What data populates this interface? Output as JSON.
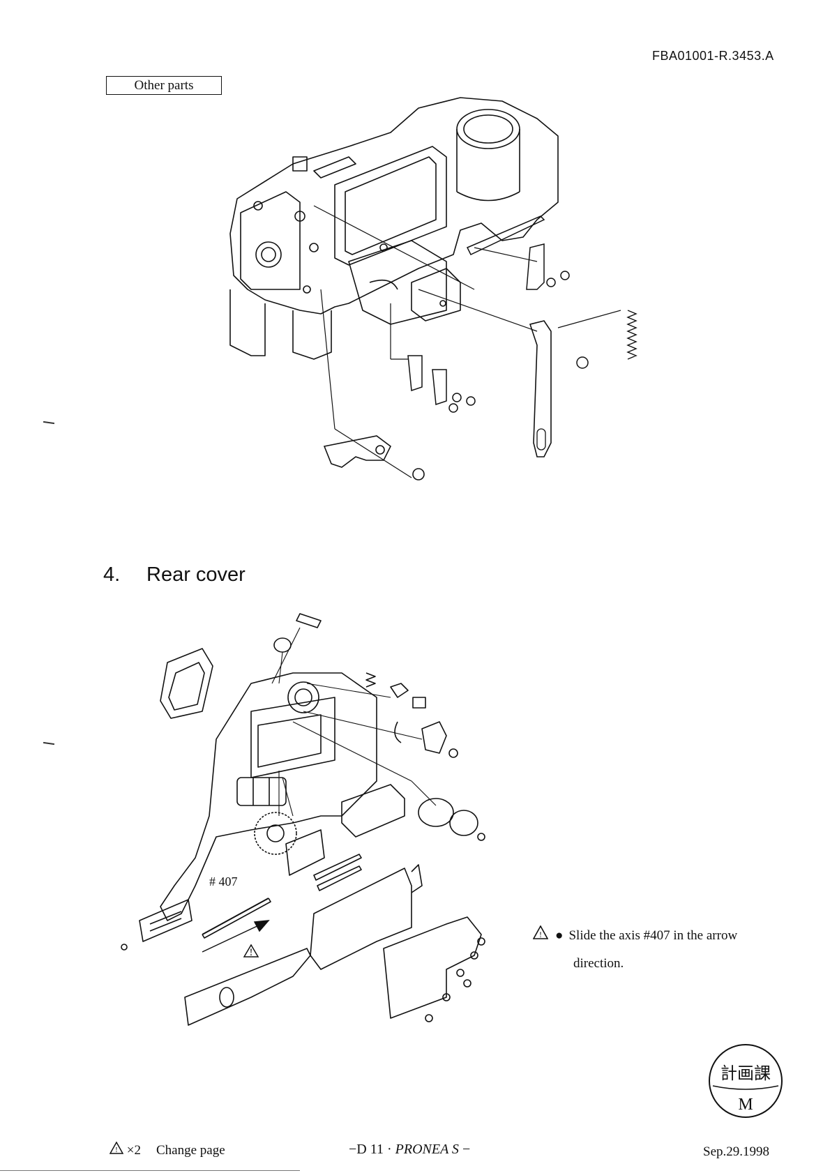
{
  "header": {
    "doc_code": "FBA01001-R.3453.A",
    "section_box_label": "Other parts"
  },
  "section4": {
    "number": "4.",
    "title": "Rear cover"
  },
  "diagram": {
    "part_label": "# 407"
  },
  "note": {
    "warning_icon": "warning-triangle-icon",
    "bullet": "●",
    "line1": "Slide the axis #407 in the arrow",
    "line2": "direction."
  },
  "footer": {
    "left_mark": "⚠",
    "left_count": "×2",
    "left_label": "Change page",
    "center_prefix": "−D 11 · ",
    "center_product": "PRONEA S",
    "center_suffix": " −",
    "date": "Sep.29.1998"
  },
  "stamp": {
    "top_text": "計画課",
    "bottom_text": "M"
  }
}
